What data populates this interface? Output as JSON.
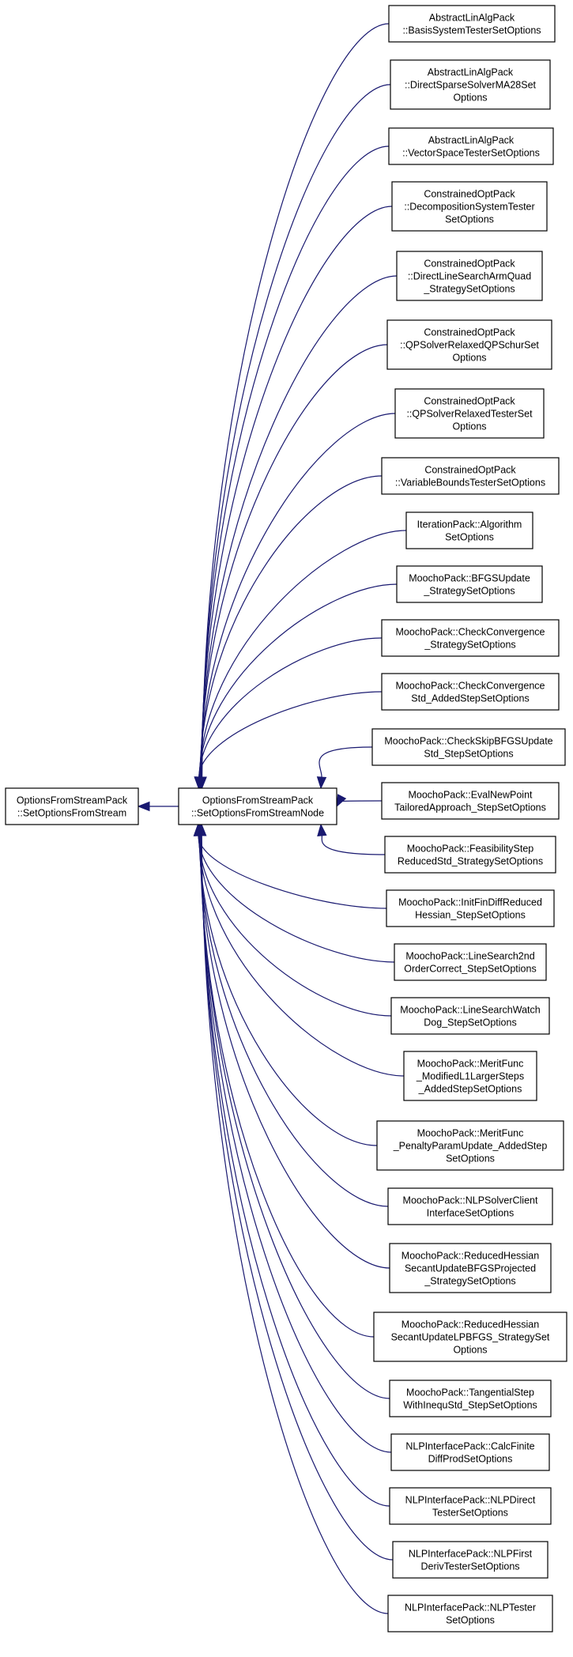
{
  "diagram": {
    "base_nodes": [
      {
        "id": "base",
        "lines": [
          "OptionsFromStreamPack",
          "::SetOptionsFromStream"
        ]
      }
    ],
    "center_node": {
      "id": "center",
      "lines": [
        "OptionsFromStreamPack",
        "::SetOptionsFromStreamNode"
      ]
    },
    "derived_nodes": [
      {
        "id": "n1",
        "lines": [
          "AbstractLinAlgPack",
          "::BasisSystemTesterSetOptions"
        ]
      },
      {
        "id": "n2",
        "lines": [
          "AbstractLinAlgPack",
          "::DirectSparseSolverMA28Set",
          "Options"
        ]
      },
      {
        "id": "n3",
        "lines": [
          "AbstractLinAlgPack",
          "::VectorSpaceTesterSetOptions"
        ]
      },
      {
        "id": "n4",
        "lines": [
          "ConstrainedOptPack",
          "::DecompositionSystemTester",
          "SetOptions"
        ]
      },
      {
        "id": "n5",
        "lines": [
          "ConstrainedOptPack",
          "::DirectLineSearchArmQuad",
          "_StrategySetOptions"
        ]
      },
      {
        "id": "n6",
        "lines": [
          "ConstrainedOptPack",
          "::QPSolverRelaxedQPSchurSet",
          "Options"
        ]
      },
      {
        "id": "n7",
        "lines": [
          "ConstrainedOptPack",
          "::QPSolverRelaxedTesterSet",
          "Options"
        ]
      },
      {
        "id": "n8",
        "lines": [
          "ConstrainedOptPack",
          "::VariableBoundsTesterSetOptions"
        ]
      },
      {
        "id": "n9",
        "lines": [
          "IterationPack::Algorithm",
          "SetOptions"
        ]
      },
      {
        "id": "n10",
        "lines": [
          "MoochoPack::BFGSUpdate",
          "_StrategySetOptions"
        ]
      },
      {
        "id": "n11",
        "lines": [
          "MoochoPack::CheckConvergence",
          "_StrategySetOptions"
        ]
      },
      {
        "id": "n12",
        "lines": [
          "MoochoPack::CheckConvergence",
          "Std_AddedStepSetOptions"
        ]
      },
      {
        "id": "n13",
        "lines": [
          "MoochoPack::CheckSkipBFGSUpdate",
          "Std_StepSetOptions"
        ]
      },
      {
        "id": "n14",
        "lines": [
          "MoochoPack::EvalNewPoint",
          "TailoredApproach_StepSetOptions"
        ]
      },
      {
        "id": "n15",
        "lines": [
          "MoochoPack::FeasibilityStep",
          "ReducedStd_StrategySetOptions"
        ]
      },
      {
        "id": "n16",
        "lines": [
          "MoochoPack::InitFinDiffReduced",
          "Hessian_StepSetOptions"
        ]
      },
      {
        "id": "n17",
        "lines": [
          "MoochoPack::LineSearch2nd",
          "OrderCorrect_StepSetOptions"
        ]
      },
      {
        "id": "n18",
        "lines": [
          "MoochoPack::LineSearchWatch",
          "Dog_StepSetOptions"
        ]
      },
      {
        "id": "n19",
        "lines": [
          "MoochoPack::MeritFunc",
          "_ModifiedL1LargerSteps",
          "_AddedStepSetOptions"
        ]
      },
      {
        "id": "n20",
        "lines": [
          "MoochoPack::MeritFunc",
          "_PenaltyParamUpdate_AddedStep",
          "SetOptions"
        ]
      },
      {
        "id": "n21",
        "lines": [
          "MoochoPack::NLPSolverClient",
          "InterfaceSetOptions"
        ]
      },
      {
        "id": "n22",
        "lines": [
          "MoochoPack::ReducedHessian",
          "SecantUpdateBFGSProjected",
          "_StrategySetOptions"
        ]
      },
      {
        "id": "n23",
        "lines": [
          "MoochoPack::ReducedHessian",
          "SecantUpdateLPBFGS_StrategySet",
          "Options"
        ]
      },
      {
        "id": "n24",
        "lines": [
          "MoochoPack::TangentialStep",
          "WithInequStd_StepSetOptions"
        ]
      },
      {
        "id": "n25",
        "lines": [
          "NLPInterfacePack::CalcFinite",
          "DiffProdSetOptions"
        ]
      },
      {
        "id": "n26",
        "lines": [
          "NLPInterfacePack::NLPDirect",
          "TesterSetOptions"
        ]
      },
      {
        "id": "n27",
        "lines": [
          "NLPInterfacePack::NLPFirst",
          "DerivTesterSetOptions"
        ]
      },
      {
        "id": "n28",
        "lines": [
          "NLPInterfacePack::NLPTester",
          "SetOptions"
        ]
      }
    ],
    "edge_color": "#191970",
    "node_border_color": "#000000"
  }
}
